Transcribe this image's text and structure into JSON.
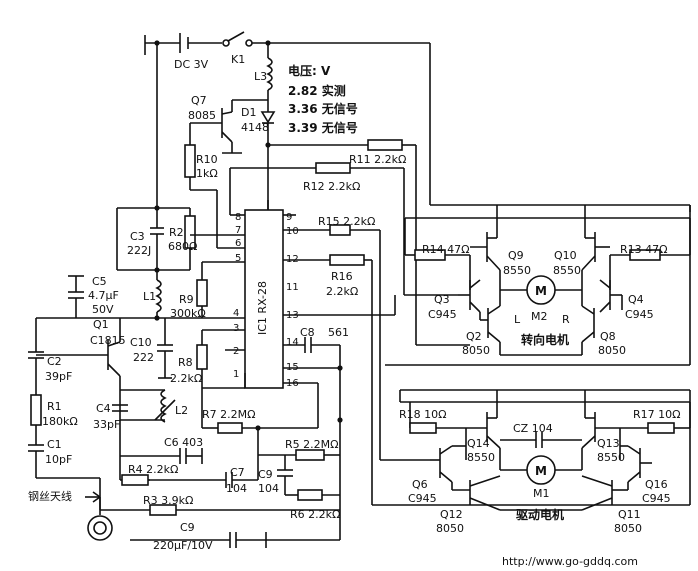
{
  "supply": {
    "battery": "DC 3V",
    "switch": "K1",
    "inductor": "L3"
  },
  "voltage_notes": {
    "title": "电压: V",
    "line1": "2.82 实测",
    "line2": "3.36 无信号",
    "line3": "3.39 无信号"
  },
  "ic": {
    "name": "IC1 RX-28",
    "pins": [
      "1",
      "2",
      "3",
      "4",
      "5",
      "6",
      "7",
      "8",
      "9",
      "10",
      "11",
      "12",
      "13",
      "14",
      "15",
      "16"
    ]
  },
  "components": {
    "q7": "Q7",
    "q7_val": "8085",
    "d1": "D1",
    "d1_val": "4148",
    "r10": "R10",
    "r10_val": "1kΩ",
    "r11": "R11  2.2kΩ",
    "r12": "R12  2.2kΩ",
    "r15": "R15  2.2kΩ",
    "r16": "R16",
    "r16_val": "2.2kΩ",
    "c3": "C3",
    "c3_val": "222J",
    "r2": "R2",
    "r2_val": "680Ω",
    "c5": "C5",
    "c5_val1": "4.7μF",
    "c5_val2": "50V",
    "l1": "L1",
    "r9": "R9",
    "r9_val": "300kΩ",
    "q1": "Q1",
    "q1_val": "C1815",
    "c10": "C10",
    "c10_val": "222",
    "c8": "C8",
    "c8_val": "561",
    "c2": "C2",
    "c2_val": "39pF",
    "r8": "R8",
    "r8_val": "2.2kΩ",
    "r1": "R1",
    "r1_val": "180kΩ",
    "c4": "C4",
    "c4_val": "33pF",
    "l2": "L2",
    "c1": "C1",
    "c1_val": "10pF",
    "r7": "R7  2.2MΩ",
    "c6": "C6  403",
    "r5": "R5  2.2MΩ",
    "r4": "R4  2.2kΩ",
    "c7": "C7",
    "c7_val": "104",
    "c9": "C9",
    "c9_val": "104",
    "r3": "R3  3.9kΩ",
    "r6": "R6  2.2kΩ",
    "c9b": "C9",
    "c9b_val": "220μF/10V",
    "antenna": "钢丝天线"
  },
  "steer": {
    "r14": "R14  47Ω",
    "r13": "R13  47Ω",
    "q9": "Q9",
    "q9_val": "8550",
    "q10": "Q10",
    "q10_val": "8550",
    "q3": "Q3",
    "q3_val": "C945",
    "q4": "Q4",
    "q4_val": "C945",
    "q2": "Q2",
    "q2_val": "8050",
    "q8": "Q8",
    "q8_val": "8050",
    "motor": "M",
    "dir_l": "L",
    "motor_name": "M2",
    "dir_r": "R",
    "title": "转向电机"
  },
  "drive": {
    "r18": "R18  10Ω",
    "r17": "R17  10Ω",
    "cz": "CZ  104",
    "q14": "Q14",
    "q14_val": "8550",
    "q13": "Q13",
    "q13_val": "8550",
    "q6": "Q6",
    "q6_val": "C945",
    "q16": "Q16",
    "q16_val": "C945",
    "q12": "Q12",
    "q12_val": "8050",
    "q11": "Q11",
    "q11_val": "8050",
    "motor": "M",
    "motor_name": "M1",
    "title": "驱动电机"
  },
  "footer": {
    "url": "http://www.go-gddq.com"
  }
}
